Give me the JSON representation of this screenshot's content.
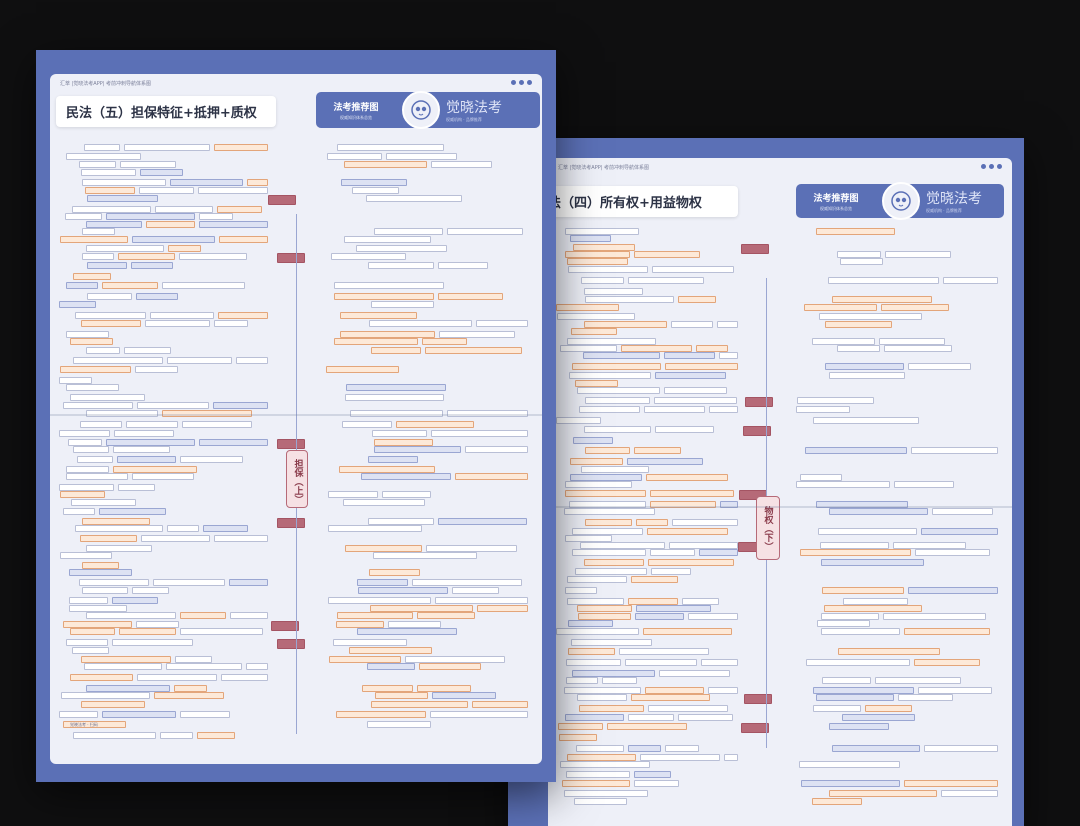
{
  "left_sheet": {
    "top_line": "汇萃 |觉晓法考APP| 考前冲刺导航体系图",
    "title": "民法（五）担保特征+抵押+质权",
    "brand_recommend": "法考推荐图",
    "brand_recommend_sub": "权威知识体系总览",
    "brand_name": "觉晓法考",
    "brand_name_sub": "权威机构 · 品牌推荐",
    "center_node": "担保（上）",
    "footer": "觉晓法考 · 扫码"
  },
  "right_sheet": {
    "top_line": "汇萃 |觉晓法考APP| 考前冲刺导航体系图",
    "title": "法（四）所有权+用益物权",
    "brand_recommend": "法考推荐图",
    "brand_recommend_sub": "权威知识体系总览",
    "brand_name": "觉晓法考",
    "brand_name_sub": "权威机构 · 品牌推荐",
    "center_node": "物权（下）"
  },
  "colors": {
    "background": "#0f0f10",
    "frame": "#5b70b6",
    "paper": "#eef0f8",
    "accent_red": "#b66a78",
    "accent_orange": "#e3a57a"
  }
}
